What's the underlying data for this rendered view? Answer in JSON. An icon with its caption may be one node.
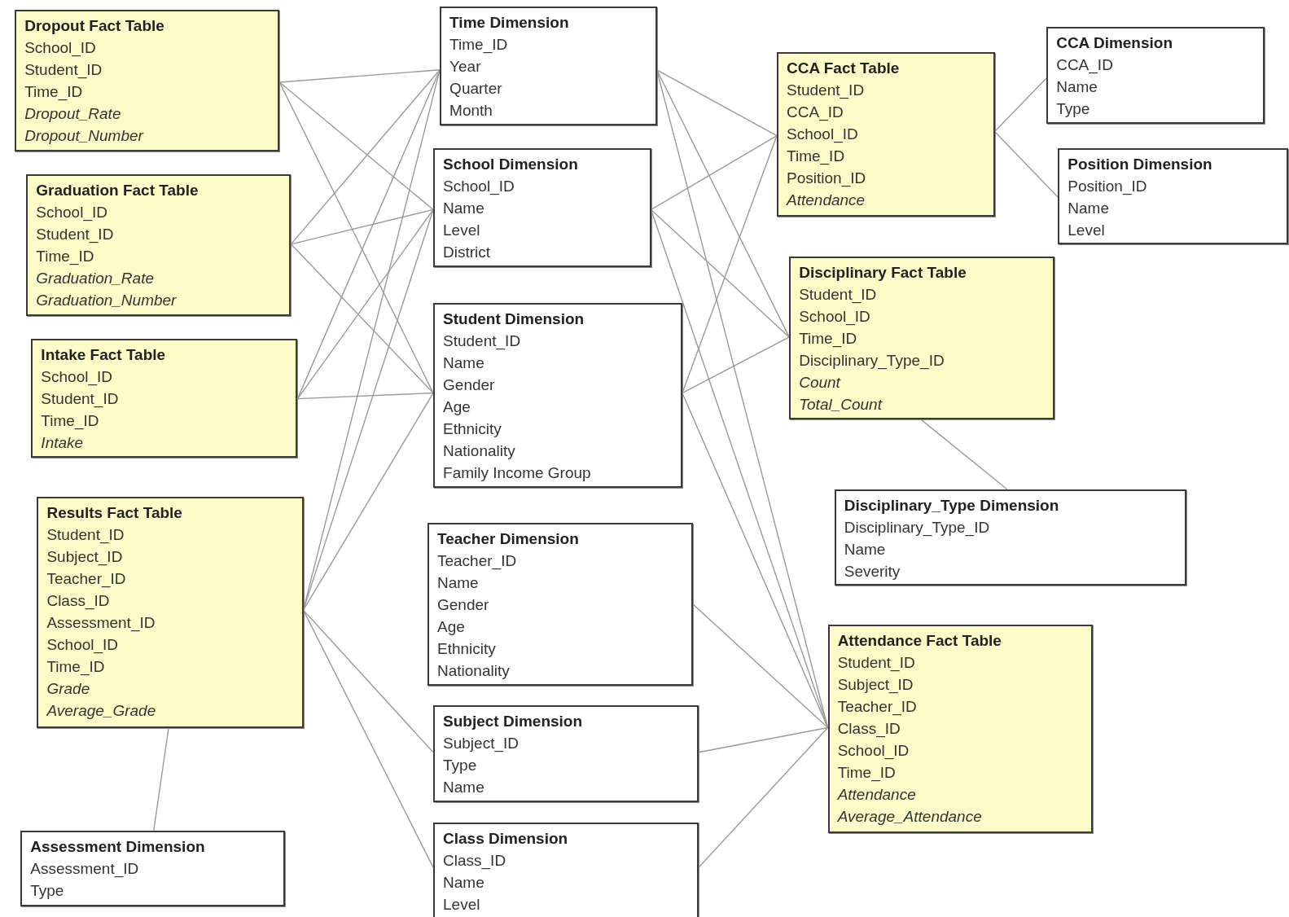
{
  "diagram": {
    "nodes": [
      {
        "text": [
          "Dropout Fact Table",
          "School_ID",
          "Student_ID",
          "Time_ID",
          "*Dropout_Rate*",
          "*Dropout_Number*"
        ]
      },
      {
        "text": [
          "Graduation Fact Table",
          "School_ID",
          "Student_ID",
          "Time_ID",
          "*Graduation_Rate*",
          "*Graduation_Number*"
        ]
      },
      {
        "text": [
          "Intake Fact Table",
          "School_ID",
          "Student_ID",
          "Time_ID",
          "*Intake*"
        ]
      },
      {
        "text": [
          "Results Fact Table",
          "Student_ID",
          "Subject_ID",
          "Teacher_ID",
          "Class_ID",
          "Assessment_ID",
          "School_ID",
          "Time_ID",
          "*Grade*",
          "*Average_Grade*"
        ]
      },
      {
        "text": [
          "Assessment Dimension",
          "Assessment_ID",
          "Type"
        ]
      },
      {
        "text": [
          "Time Dimension",
          "Time_ID",
          "Year",
          "Quarter",
          "Month"
        ]
      },
      {
        "text": [
          "School Dimension",
          "School_ID",
          "Name",
          "Level",
          "District"
        ]
      },
      {
        "text": [
          "Student Dimension",
          "Student_ID",
          "Name",
          "Gender",
          "Age",
          "Ethnicity",
          "Nationality",
          "Family Income Group"
        ]
      },
      {
        "text": [
          "Teacher Dimension",
          "Teacher_ID",
          "Name",
          "Gender",
          "Age",
          "Ethnicity",
          "Nationality"
        ]
      },
      {
        "text": [
          "Subject Dimension",
          "Subject_ID",
          "Type",
          "Name"
        ]
      },
      {
        "text": [
          "Class Dimension",
          "Class_ID",
          "Name",
          "Level"
        ]
      },
      {
        "text": [
          "CCA Dimension",
          "CCA_ID",
          "Name",
          "Type"
        ]
      },
      {
        "text": [
          "CCA Fact Table",
          "Student_ID",
          "CCA_ID",
          "School_ID",
          "Time_ID",
          "Position_ID",
          "*Attendance*"
        ]
      },
      {
        "text": [
          "Position Dimension",
          "Position_ID",
          "Name",
          "Level"
        ]
      },
      {
        "text": [
          "Disciplinary Fact Table",
          "Student_ID",
          "School_ID",
          "Time_ID",
          "Disciplinary_Type_ID",
          "*Count*",
          "*Total_Count*"
        ]
      },
      {
        "text": [
          "Disciplinary_Type Dimension",
          "Disciplinary_Type_ID",
          "Name",
          "Severity"
        ]
      },
      {
        "text": [
          "Attendance Fact Table",
          "Student_ID",
          "Subject_ID",
          "Teacher_ID",
          "Class_ID",
          "School_ID",
          "Time_ID",
          "*Attendance*",
          "*Average_Attendance*"
        ]
      }
    ],
    "edges": [
      {
        "from": 0,
        "to": 5,
        "arrow": "none"
      },
      {
        "from": 0,
        "to": 6,
        "arrow": "none"
      },
      {
        "from": 0,
        "to": 7,
        "arrow": "none"
      },
      {
        "from": 1,
        "to": 5,
        "arrow": "none"
      },
      {
        "from": 1,
        "to": 6,
        "arrow": "none"
      },
      {
        "from": 1,
        "to": 7,
        "arrow": "none"
      },
      {
        "from": 2,
        "to": 5,
        "arrow": "none"
      },
      {
        "from": 2,
        "to": 6,
        "arrow": "none"
      },
      {
        "from": 2,
        "to": 7,
        "arrow": "none"
      },
      {
        "from": 3,
        "to": 5,
        "arrow": "none"
      },
      {
        "from": 3,
        "to": 6,
        "arrow": "none"
      },
      {
        "from": 3,
        "to": 7,
        "arrow": "none"
      },
      {
        "from": 3,
        "to": 9,
        "arrow": "none"
      },
      {
        "from": 3,
        "to": 10,
        "arrow": "none"
      },
      {
        "from": 3,
        "to": 4,
        "arrow": "none"
      },
      {
        "from": 12,
        "to": 5,
        "arrow": "none"
      },
      {
        "from": 12,
        "to": 6,
        "arrow": "none"
      },
      {
        "from": 12,
        "to": 7,
        "arrow": "none"
      },
      {
        "from": 12,
        "to": 11,
        "arrow": "none"
      },
      {
        "from": 12,
        "to": 13,
        "arrow": "none"
      },
      {
        "from": 14,
        "to": 5,
        "arrow": "none"
      },
      {
        "from": 14,
        "to": 6,
        "arrow": "none"
      },
      {
        "from": 14,
        "to": 7,
        "arrow": "none"
      },
      {
        "from": 14,
        "to": 15,
        "arrow": "none"
      },
      {
        "from": 16,
        "to": 5,
        "arrow": "none"
      },
      {
        "from": 16,
        "to": 6,
        "arrow": "none"
      },
      {
        "from": 16,
        "to": 7,
        "arrow": "none"
      },
      {
        "from": 16,
        "to": 8,
        "arrow": "none"
      },
      {
        "from": 16,
        "to": 9,
        "arrow": "none"
      },
      {
        "from": 16,
        "to": 10,
        "arrow": "none"
      }
    ]
  }
}
